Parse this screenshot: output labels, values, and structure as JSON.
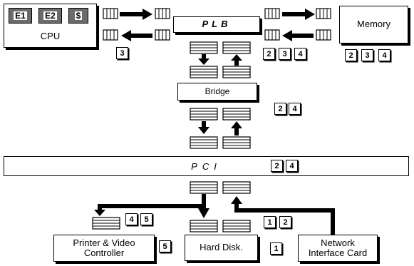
{
  "blocks": {
    "cpu": "CPU",
    "e1": "E1",
    "e2": "E2",
    "cache": "$",
    "plb": "PLB",
    "memory": "Memory",
    "bridge": "Bridge",
    "pci": "PCI",
    "printer_line1": "Printer & Video",
    "printer_line2": "Controller",
    "hard_disk": "Hard Disk.",
    "network_line1": "Network",
    "network_line2": "Interface Card"
  },
  "markers": {
    "cpu": [
      "3"
    ],
    "memory_side": [
      "2",
      "3",
      "4"
    ],
    "memory": [
      "2",
      "3",
      "4"
    ],
    "bridge": [
      "2",
      "4"
    ],
    "pci": [
      "2",
      "4"
    ],
    "printer_buffer": [
      "4",
      "5"
    ],
    "printer": [
      "5"
    ],
    "network_buffer": [
      "1",
      "2"
    ],
    "hard_disk": [
      "1"
    ]
  }
}
